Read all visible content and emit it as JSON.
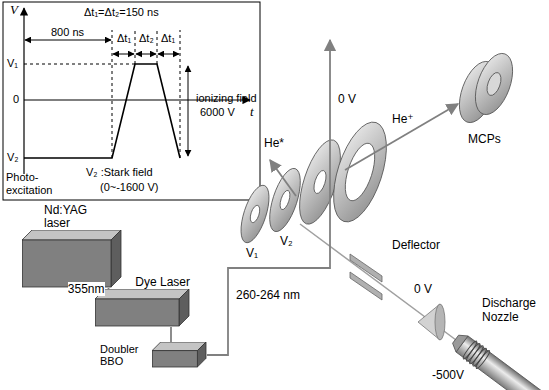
{
  "diagram": {
    "nodes": [
      {
        "text": [
          "Nd:YAG laser"
        ]
      },
      {
        "text": [
          "Dye Laser"
        ]
      },
      {
        "text": [
          "Doubler BBO"
        ]
      }
    ],
    "edges": [
      {
        "from": 0,
        "to": 1,
        "arrow": "none",
        "label": "355nm"
      },
      {
        "from": 1,
        "to": 2,
        "arrow": "none"
      }
    ],
    "labels": [
      "Δt₁=Δt₂=150 ns",
      "V",
      "800 ns",
      "Δt₁",
      "Δt₂",
      "Δt₁",
      "V₁",
      "0",
      "t",
      "ionizing field",
      "6000 V",
      "V₂",
      "Photo-excitation",
      "V₂ :Stark field",
      "(0~-1600 V)",
      "He*",
      "V₁",
      "V₂",
      "0 V",
      "He⁺",
      "MCPs",
      "Deflector",
      "0 V",
      "Discharge Nozzle",
      "-500V",
      "260-264 nm"
    ]
  }
}
